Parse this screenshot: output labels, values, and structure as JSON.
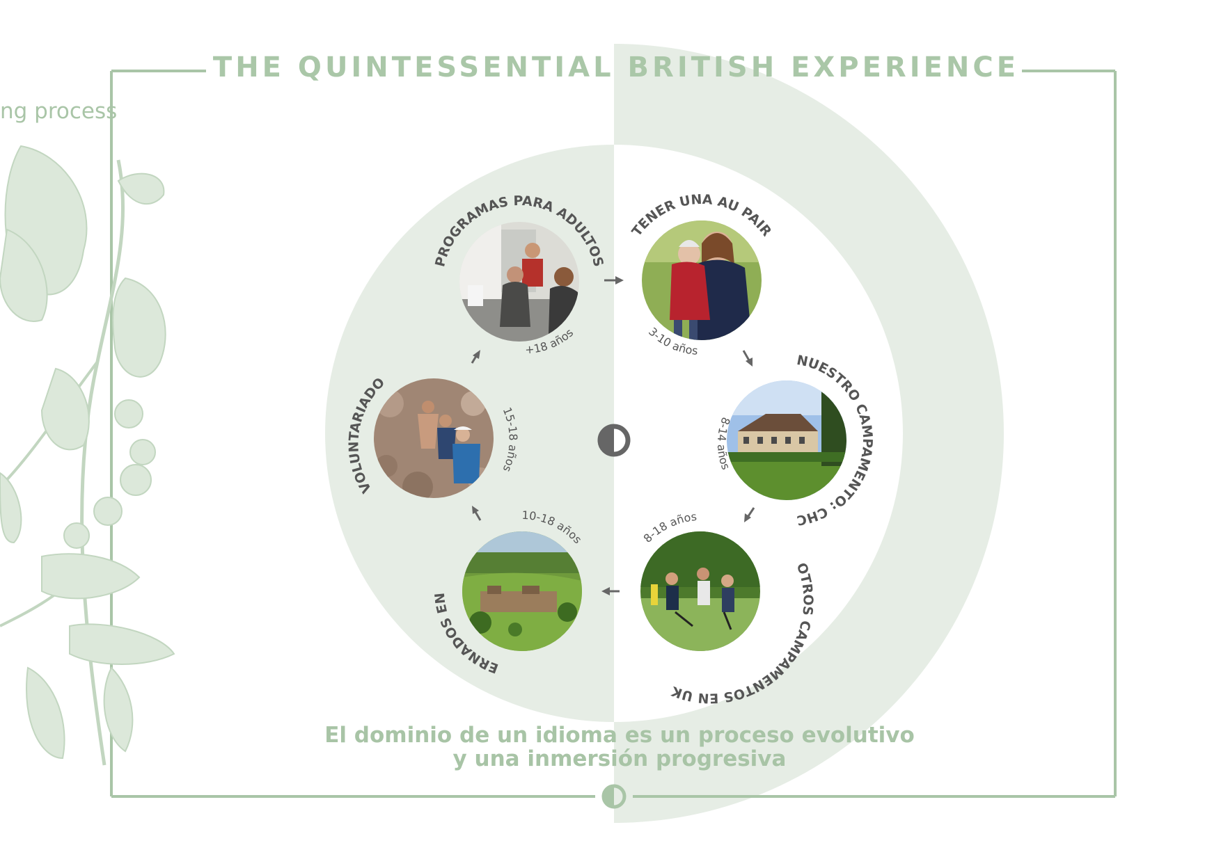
{
  "header": {
    "title": "THE QUINTESSENTIAL BRITISH EXPERIENCE",
    "fragment": "ng process"
  },
  "tagline": {
    "line1": "El dominio de un idioma es un proceso evolutivo",
    "line2": "y una inmersión progresiva"
  },
  "programs": [
    {
      "name": "PROGRAMAS PARA ADULTOS",
      "ages": "+18  años"
    },
    {
      "name": "TENER UNA AU PAIR",
      "ages": "3-10 años"
    },
    {
      "name": "NUESTRO CAMPAMENTO: CHC",
      "ages": "8-14 años"
    },
    {
      "name": "OTROS CAMPAMENTOS EN UK",
      "ages": "8-18 años"
    },
    {
      "name": "INTERNADOS EN UK",
      "ages": "10-18 años"
    },
    {
      "name": "VOLUNTARIADO",
      "ages": "15-18 años"
    }
  ],
  "colors": {
    "accent": "#a9c5a7",
    "tint": "#e6ede5",
    "label": "#555555",
    "arrow": "#666666"
  }
}
